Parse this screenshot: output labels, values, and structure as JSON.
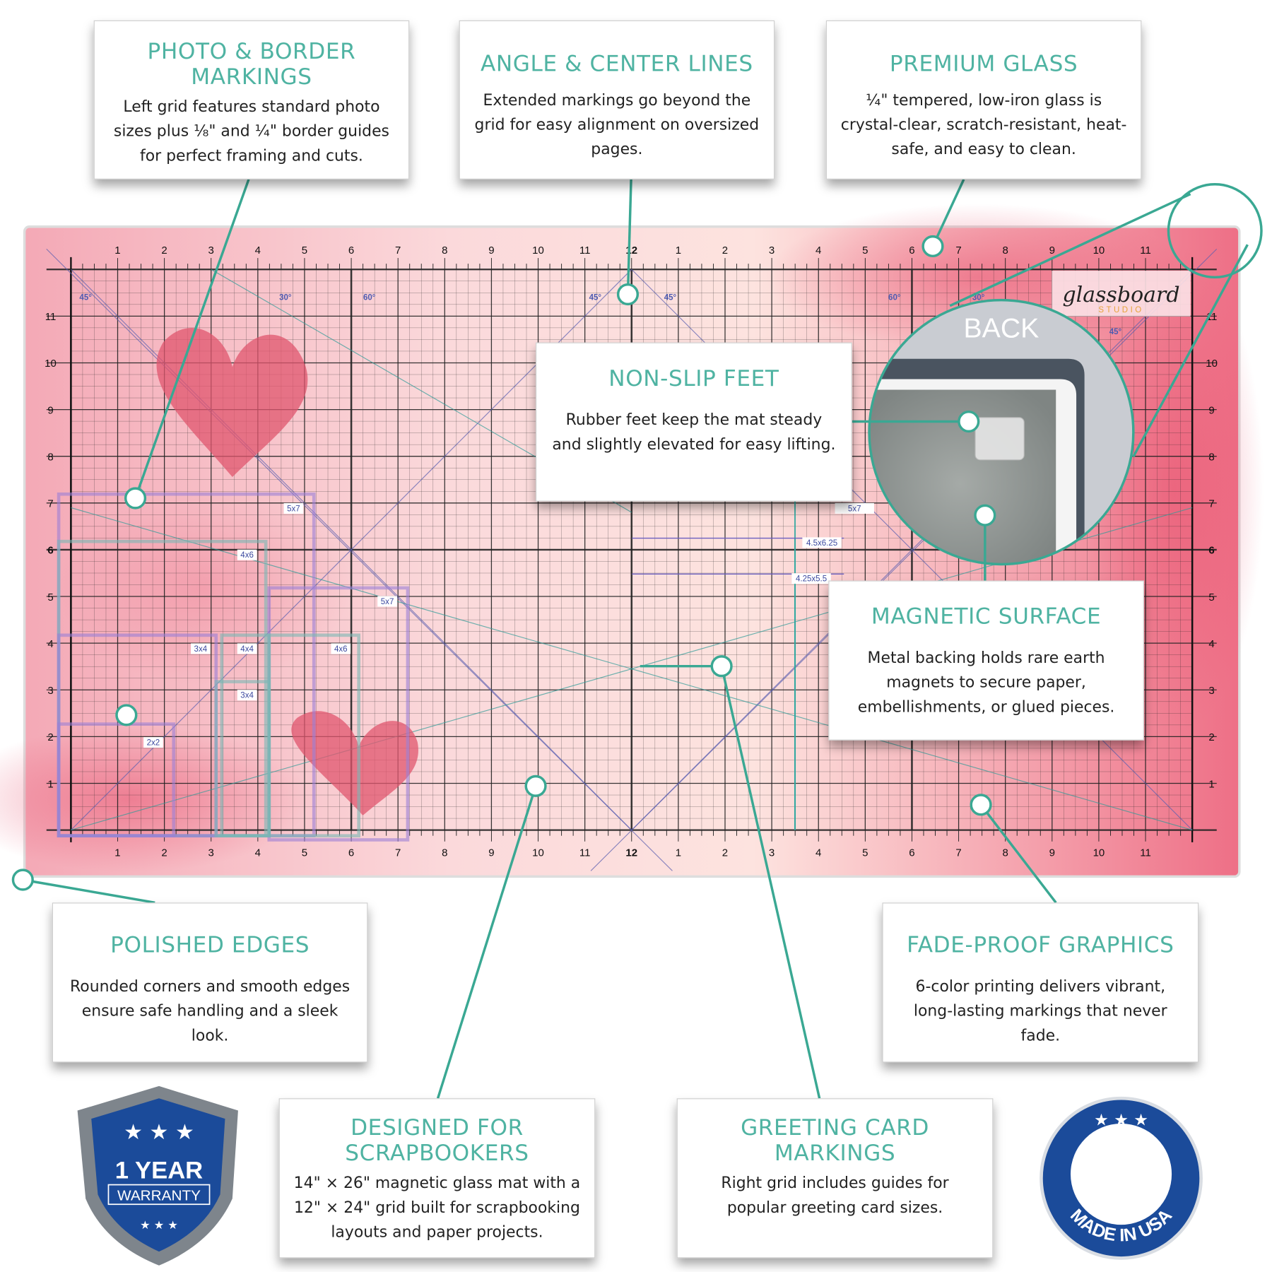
{
  "callouts": {
    "photo": {
      "title": "PHOTO & BORDER MARKINGS",
      "body": "Left grid features standard photo sizes plus ⅛\" and ¼\" border guides for perfect framing and cuts."
    },
    "angle": {
      "title": "ANGLE & CENTER LINES",
      "body": "Extended markings go beyond the grid for easy alignment on oversized pages."
    },
    "glass": {
      "title": "PREMIUM GLASS",
      "body": "¼\" tempered, low-iron glass is crystal-clear, scratch-resistant, heat-safe, and easy to clean."
    },
    "feet": {
      "title": "NON-SLIP FEET",
      "body": "Rubber feet keep the mat steady and slightly elevated for easy lifting."
    },
    "magnetic": {
      "title": "MAGNETIC SURFACE",
      "body": "Metal backing holds rare earth magnets to secure paper, embellishments, or glued pieces."
    },
    "edges": {
      "title": "POLISHED EDGES",
      "body": "Rounded corners and smooth edges ensure safe handling and a sleek look."
    },
    "fade": {
      "title": "FADE-PROOF GRAPHICS",
      "body": "6-color printing delivers vibrant, long-lasting markings that never fade."
    },
    "scrap": {
      "title": "DESIGNED FOR SCRAPBOOKERS",
      "body": "14\" × 26\" magnetic glass mat with a 12\" × 24\" grid built for scrapbooking layouts and paper projects."
    },
    "greeting": {
      "title": "GREETING CARD MARKINGS",
      "body": "Right grid includes guides for popular greeting card sizes."
    }
  },
  "mat": {
    "ruler_x": [
      "1",
      "2",
      "3",
      "4",
      "5",
      "6",
      "7",
      "8",
      "9",
      "10",
      "11",
      "12",
      "1",
      "2",
      "3",
      "4",
      "5",
      "6",
      "7",
      "8",
      "9",
      "10",
      "11"
    ],
    "ruler_y": [
      "1",
      "2",
      "3",
      "4",
      "5",
      "6",
      "7",
      "8",
      "9",
      "10",
      "11"
    ],
    "angles": [
      "45°",
      "30°",
      "60°",
      "45°",
      "45°",
      "60°",
      "30°",
      "45°"
    ],
    "photo_labels": [
      "5x7",
      "4x6",
      "5x7",
      "3x4",
      "4x4",
      "4x6",
      "3x4",
      "2x2"
    ],
    "card_labels": [
      "5x7",
      "4.5x6.25",
      "4.25x5.5"
    ],
    "logo": "glassboard",
    "logo_sub": "STUDIO",
    "inset_label": "BACK"
  },
  "badges": {
    "warranty_big": "1 YEAR",
    "warranty_small": "WARRANTY",
    "usa": "MADE IN USA"
  },
  "colors": {
    "accent": "#4fb3a2",
    "pink": "#f2a7b4",
    "grid": "#1a1a1a"
  }
}
